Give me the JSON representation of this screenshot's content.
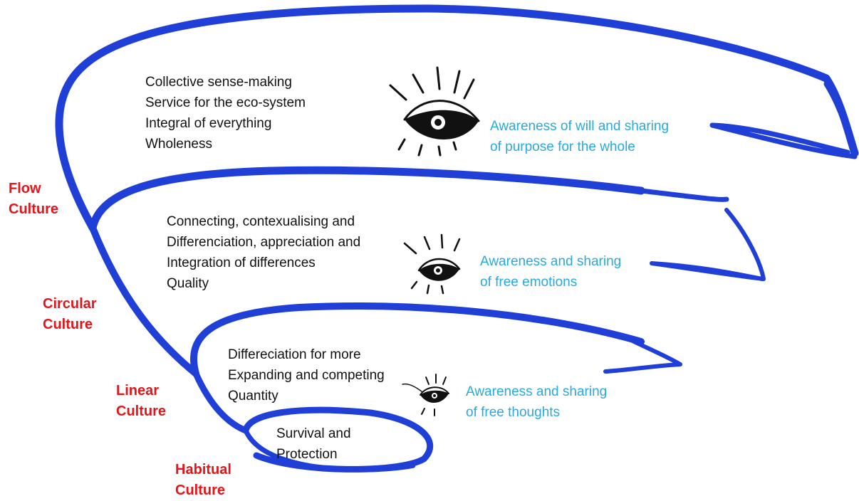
{
  "levels": [
    {
      "key": "flow",
      "culture_label": [
        "Flow",
        "Culture"
      ],
      "description": [
        "Collective sense-making",
        "Service for the eco-system",
        "Integral of everything",
        "Wholeness"
      ],
      "awareness": [
        "Awareness of will and sharing",
        "of purpose for the whole"
      ]
    },
    {
      "key": "circular",
      "culture_label": [
        "Circular",
        "Culture"
      ],
      "description": [
        "Connecting, contexualising and",
        "Differenciation, appreciation and",
        "Integration of differences",
        "Quality"
      ],
      "awareness": [
        "Awareness and sharing",
        "of free emotions"
      ]
    },
    {
      "key": "linear",
      "culture_label": [
        "Linear",
        "Culture"
      ],
      "description": [
        "Differeciation for more",
        "Expanding and competing",
        "Quantity"
      ],
      "awareness": [
        "Awareness and sharing",
        "of free thoughts"
      ]
    },
    {
      "key": "habitual",
      "culture_label": [
        "Habitual",
        "Culture"
      ],
      "description": [
        "Survival and",
        "Protection"
      ]
    }
  ],
  "colors": {
    "spiral": "#1f3fd6",
    "culture_label": "#e3151a",
    "awareness_text": "#29a9dc",
    "description_text": "#111111"
  },
  "icons": [
    "eye-icon-large",
    "eye-icon-medium",
    "eye-icon-small"
  ]
}
